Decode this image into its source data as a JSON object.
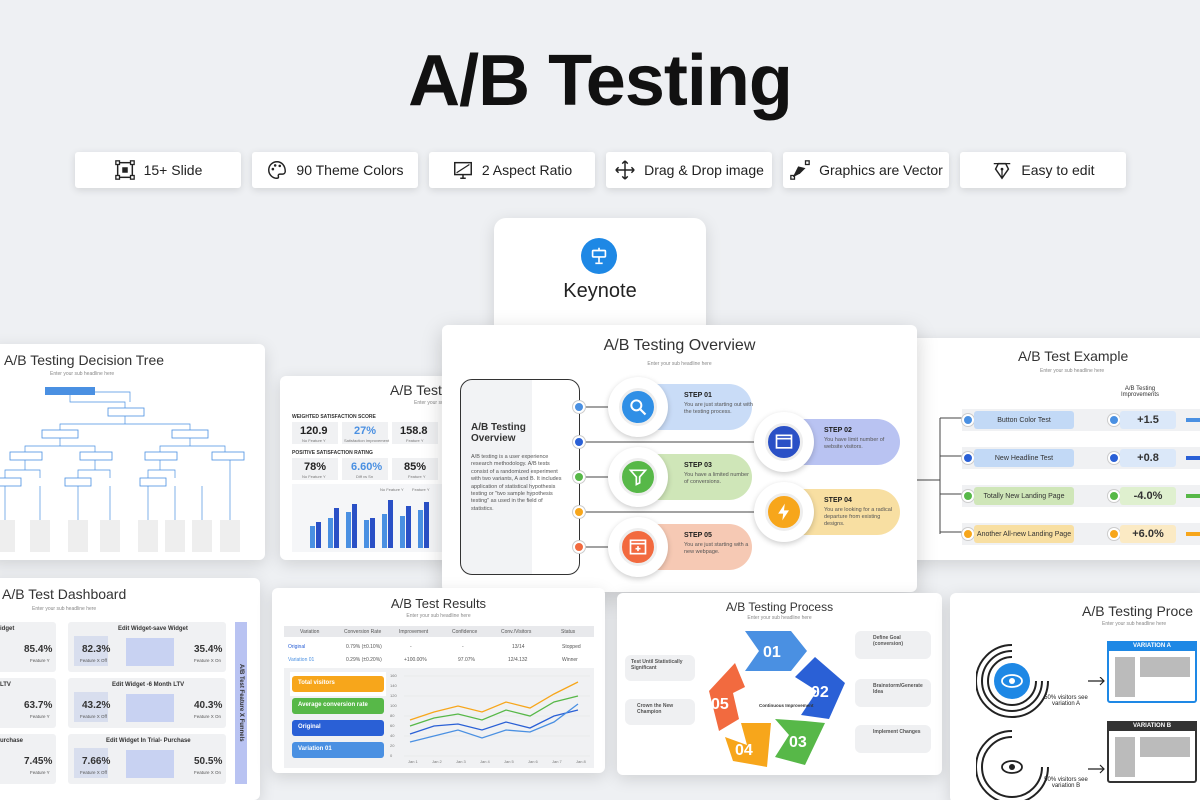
{
  "title": "A/B Testing",
  "features": [
    {
      "label": "15+ Slide",
      "icon": "frame-select-icon"
    },
    {
      "label": "90 Theme Colors",
      "icon": "palette-icon"
    },
    {
      "label": "2 Aspect Ratio",
      "icon": "monitor-icon"
    },
    {
      "label": "Drag & Drop image",
      "icon": "move-arrows-icon"
    },
    {
      "label": "Graphics are Vector",
      "icon": "vector-pen-icon"
    },
    {
      "label": "Easy to edit",
      "icon": "pen-nib-icon"
    }
  ],
  "keynote": {
    "label": "Keynote",
    "icon": "keynote-podium-icon",
    "icon_color": "#1e88e5"
  },
  "overview": {
    "title": "A/B Testing Overview",
    "subtitle": "Enter your sub headline here",
    "panel_title": "A/B Testing Overview",
    "panel_text": "A/B testing is a user experience research methodology. A/B tests consist of a randomized experiment with two variants, A and B. It includes application of statistical hypothesis testing or \"two sample hypothesis testing\" as used in the field of statistics.",
    "steps": [
      {
        "label": "STEP 01",
        "text": "You are just starting out with the testing process.",
        "color": "#c9dcf7",
        "icon": "magnifier-icon"
      },
      {
        "label": "STEP 02",
        "text": "You have limit number of website visitors.",
        "color": "#b9c3f2",
        "icon": "browser-icon"
      },
      {
        "label": "STEP 03",
        "text": "You have a limited number of conversions.",
        "color": "#cfe6b8",
        "icon": "funnel-icon"
      },
      {
        "label": "STEP 04",
        "text": "You are looking for a radical departure from existing designs.",
        "color": "#f8dfa2",
        "icon": "lightning-icon"
      },
      {
        "label": "STEP 05",
        "text": "You are just starting with a new webpage.",
        "color": "#f6c9b4",
        "icon": "webpage-add-icon"
      }
    ]
  },
  "decision_tree": {
    "title": "A/B Testing Decision Tree",
    "subtitle": "Enter your sub headline here"
  },
  "ab_test_card": {
    "title": "A/B Test",
    "subtitle": "Enter your su",
    "section1": "WEIGHTED SATISFACTION SCORE",
    "section2": "POSITIVE SATISFACTION RATING",
    "kpis": [
      {
        "value": "120.9",
        "label": "No Feature Y"
      },
      {
        "value": "27%",
        "label": "Satisfaction Improvement"
      },
      {
        "value": "158.8",
        "label": "Feature Y"
      },
      {
        "value": "78%",
        "label": "No Feature Y"
      },
      {
        "value": "6.60%",
        "label": "Diff vs Sn"
      },
      {
        "value": "85%",
        "label": "Feature Y"
      }
    ],
    "legend": [
      "No Feature Y",
      "Feature Y"
    ]
  },
  "example": {
    "title": "A/B Test Example",
    "subtitle": "Enter your sub headline here",
    "col1": "A/B Testing Improvements",
    "rows": [
      {
        "label": "Button Color Test",
        "value": "+1.5",
        "color": "#c2d9f6",
        "vcolor": "#dbe8f9"
      },
      {
        "label": "New Headline Test",
        "value": "+0.8",
        "color": "#c2d9f6",
        "vcolor": "#dbe8f9"
      },
      {
        "label": "Totally New Landing Page",
        "value": "-4.0%",
        "color": "#cfe6b8",
        "vcolor": "#dff0cf"
      },
      {
        "label": "Another All-new Landing Page",
        "value": "+6.0%",
        "color": "#f8dfa2",
        "vcolor": "#fbeac4"
      }
    ]
  },
  "dashboard": {
    "title": "A/B Test Dashboard",
    "subtitle": "Enter your sub headline here",
    "side_label": "A/B Test Feature X Funnels",
    "widgets": [
      {
        "title": "idget",
        "value": "85.4%",
        "sub": "Feature Y"
      },
      {
        "title": "Edit Widget-save Widget",
        "a": "82.3%",
        "asub": "Feature X Off",
        "b": "35.4%",
        "bsub": "Feature X On"
      },
      {
        "title": "LTV",
        "value": "63.7%",
        "sub": "Feature Y"
      },
      {
        "title": "Edit Widget -6 Month LTV",
        "a": "43.2%",
        "asub": "Feature X Off",
        "b": "40.3%",
        "bsub": "Feature X On"
      },
      {
        "title": "urchase",
        "value": "7.45%",
        "sub": "Feature Y"
      },
      {
        "title": "Edit Widget In Trial- Purchase",
        "a": "7.66%",
        "asub": "Feature X Off",
        "b": "50.5%",
        "bsub": "Feature X On"
      }
    ]
  },
  "results": {
    "title": "A/B Test Results",
    "subtitle": "Enter your sub headline here",
    "headers": [
      "Variation",
      "Conversion Rate",
      "Improvement",
      "Confidence",
      "Conv./Visitors",
      "Status"
    ],
    "rows": [
      [
        "Original",
        "0.79% (±0.10%)",
        "-",
        "-",
        "13/14",
        "Stopped"
      ],
      [
        "Variation 01",
        "0.29% (±0.20%)",
        "+100.00%",
        "97.07%",
        "12/4.132",
        "Winner"
      ]
    ],
    "labels": [
      {
        "text": "Total visitors",
        "color": "#f7a61b"
      },
      {
        "text": "Average conversion rate",
        "color": "#57b848"
      },
      {
        "text": "Original",
        "color": "#2a60d6"
      },
      {
        "text": "Variation 01",
        "color": "#4a90e2"
      }
    ],
    "chart_yticks": [
      "160",
      "140",
      "120",
      "100",
      "80",
      "60",
      "40",
      "20",
      "0"
    ],
    "chart_xticks": [
      "Jan 1",
      "Jan 2",
      "Jan 3",
      "Jan 4",
      "Jan 5",
      "Jan 6",
      "Jan 7",
      "Jan 8"
    ]
  },
  "process": {
    "title": "A/B Testing Process",
    "subtitle": "Enter your sub headline here",
    "center": "Continuous Improvement",
    "numbers": [
      "01",
      "02",
      "03",
      "04",
      "05"
    ],
    "notes": [
      "Define Goal (conversion)",
      "Brainstorm/Generate Idea",
      "Implement Changes",
      "Crown the New Champion",
      "Test Until Statistically Significant"
    ]
  },
  "process2": {
    "title": "A/B Testing Proce",
    "subtitle": "Enter your sub headline here",
    "variation_a": "VARIATION A",
    "variation_b": "VARIATION B",
    "visitors_a": "50% visitors see variation A",
    "visitors_b": "50% visitors see variation B"
  }
}
